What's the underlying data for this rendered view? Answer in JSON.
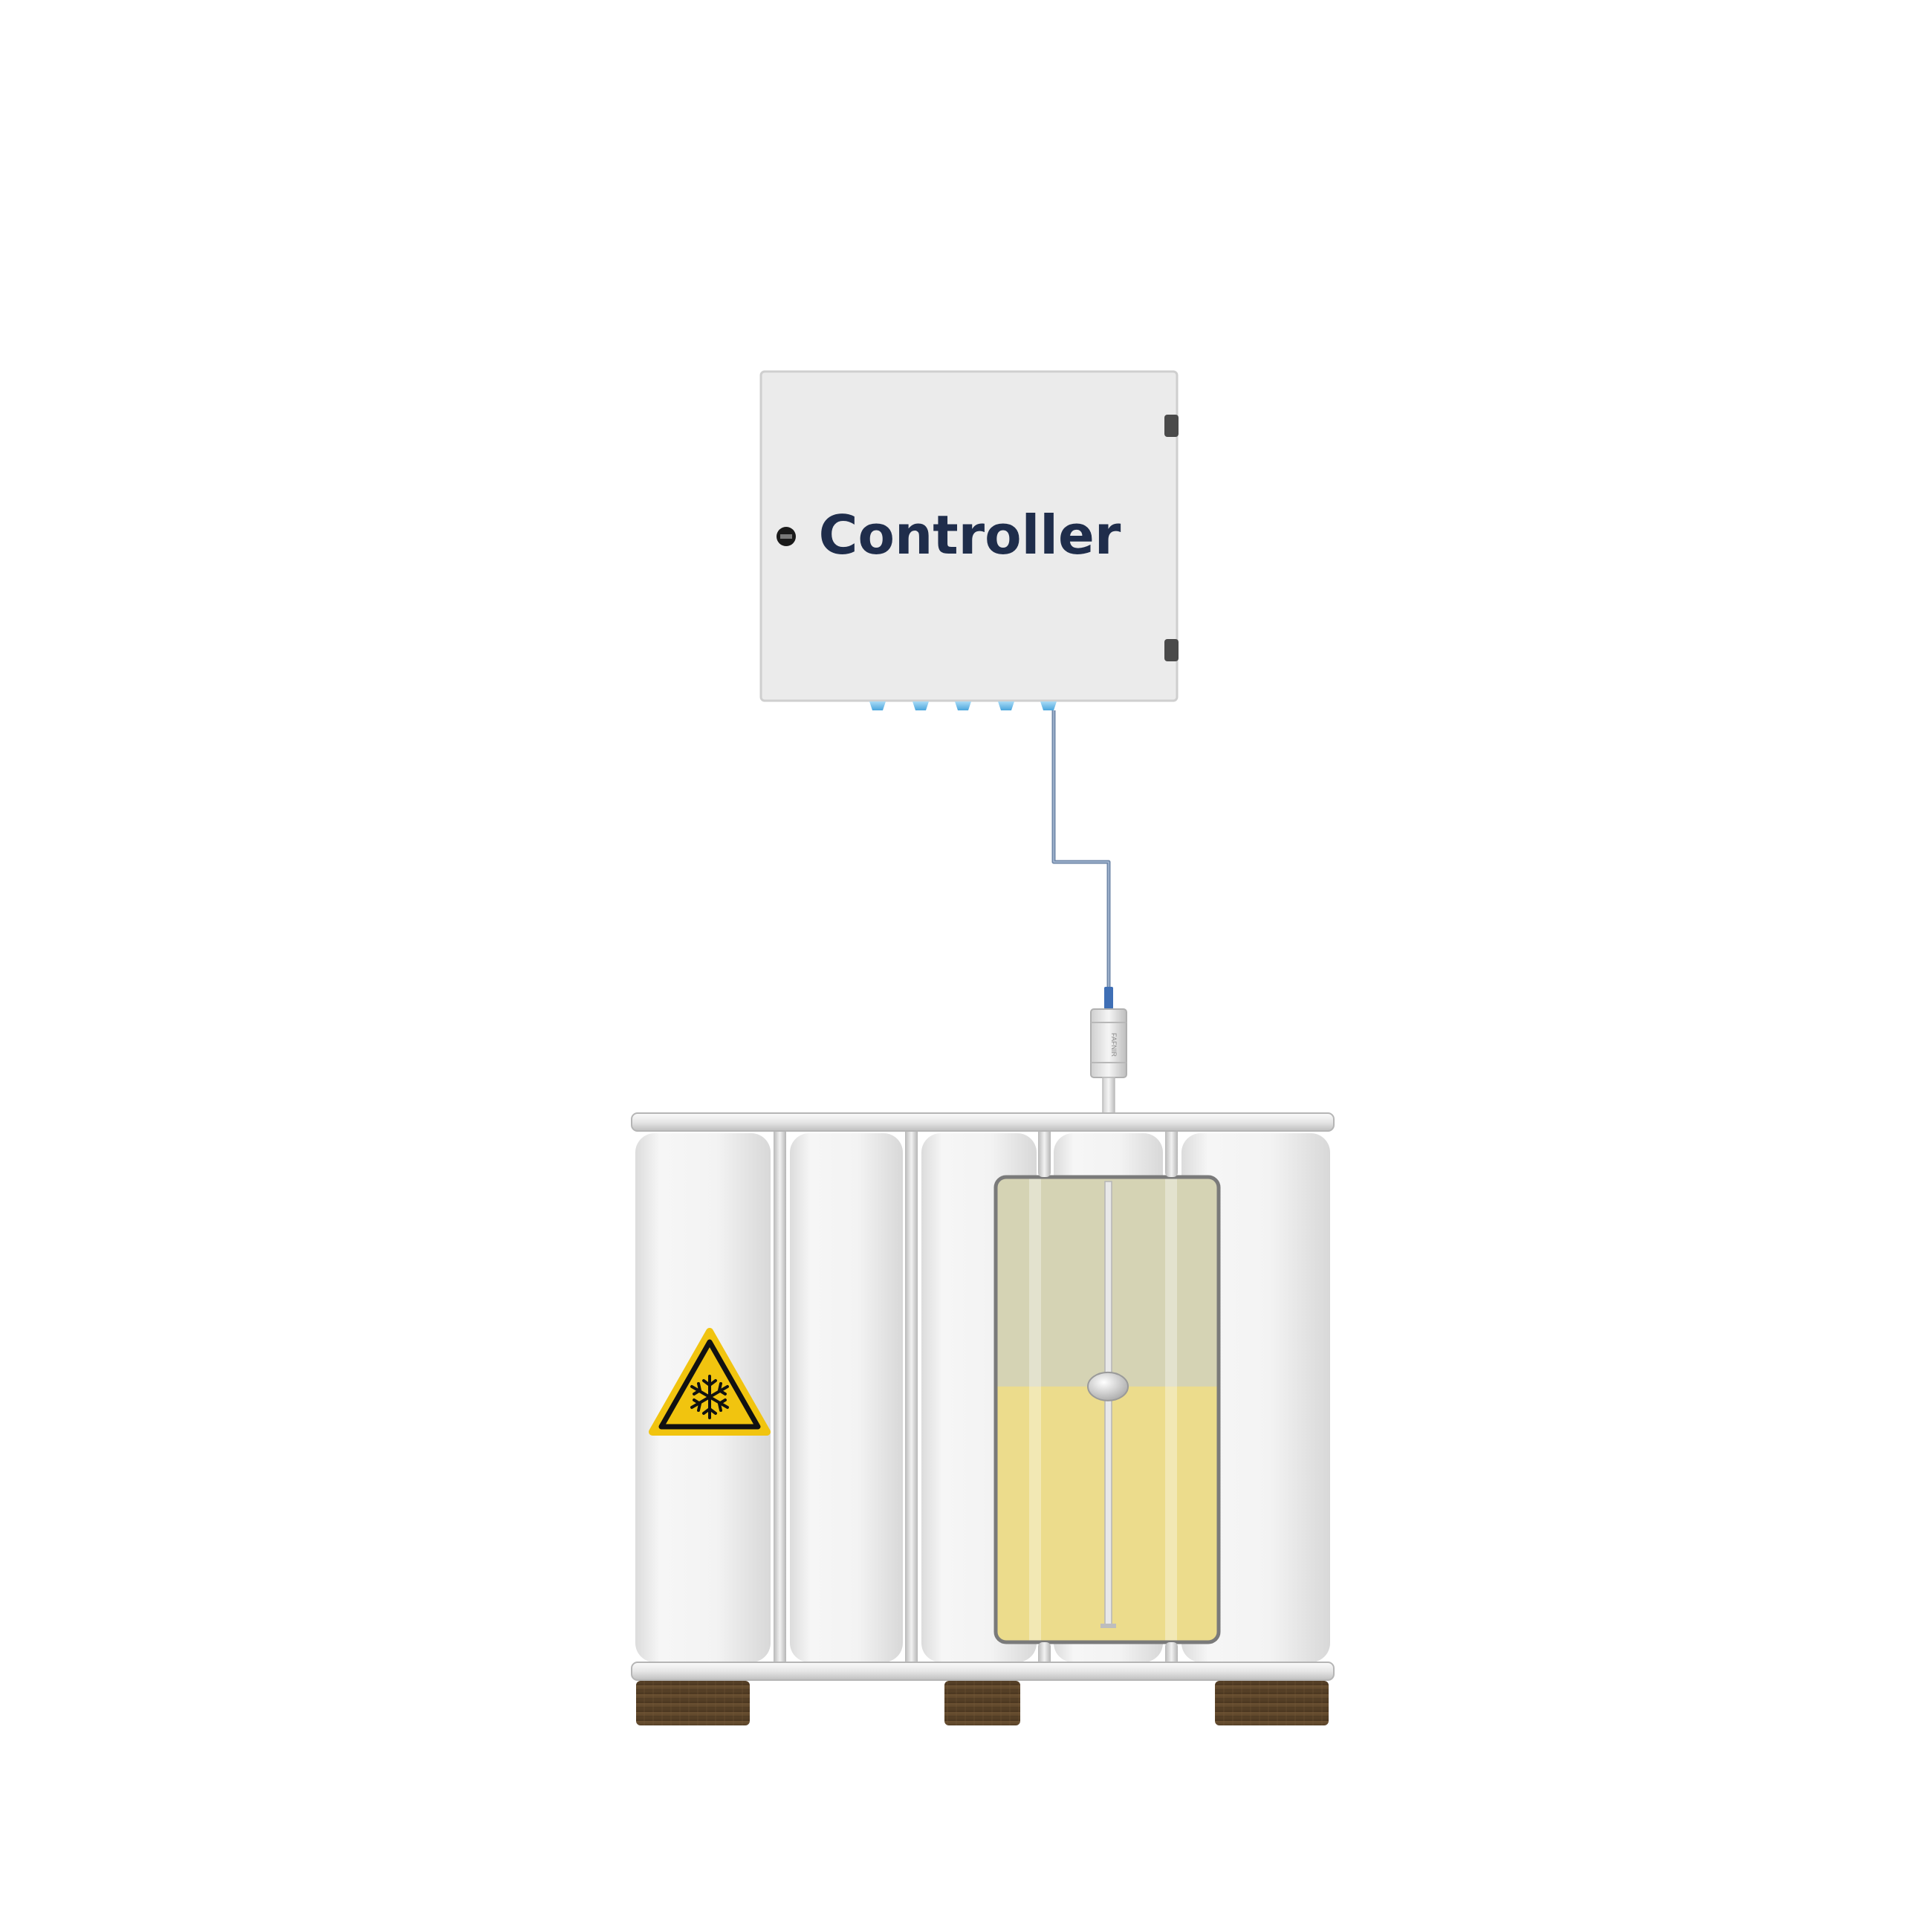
{
  "controller": {
    "label": "Controller"
  },
  "sensor": {
    "brand_label": "FAFNIR"
  },
  "tank": {
    "fill_level_fraction": 0.55
  },
  "warning_sign": {
    "icon": "low-temperature-snowflake-icon"
  },
  "colors": {
    "cabinet": "#ebebeb",
    "cabinet_border": "#cfcfcf",
    "controller_text": "#1f2d4b",
    "cable": "#6f87a8",
    "gland": "#7fc3ea",
    "liquid": "#ecdc8c",
    "empty_space": "#d5d3b4",
    "tank_body": "#f4f4f4",
    "cage": "#c8c8c8",
    "pallet": "#5a4327",
    "warning_yellow": "#f1c40f"
  }
}
